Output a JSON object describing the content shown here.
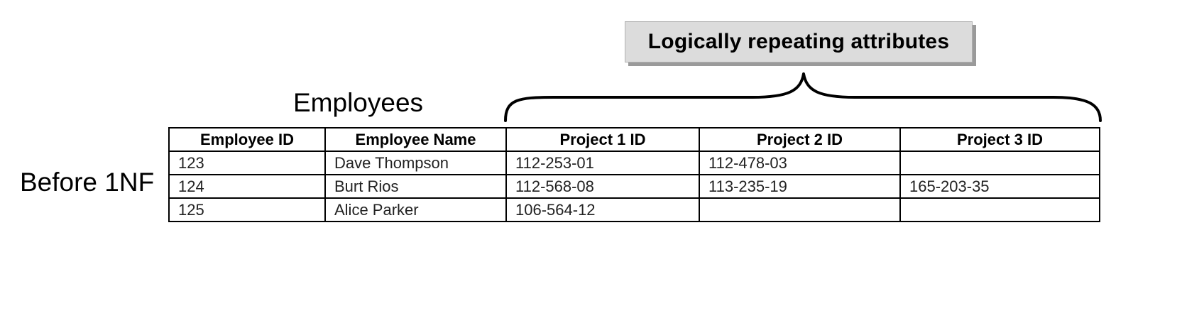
{
  "callout": {
    "text": "Logically repeating attributes"
  },
  "table": {
    "title": "Employees",
    "row_label": "Before 1NF",
    "headers": [
      "Employee ID",
      "Employee Name",
      "Project 1 ID",
      "Project 2 ID",
      "Project 3 ID"
    ],
    "rows": [
      [
        "123",
        "Dave Thompson",
        "112-253-01",
        "112-478-03",
        ""
      ],
      [
        "124",
        "Burt Rios",
        "112-568-08",
        "113-235-19",
        "165-203-35"
      ],
      [
        "125",
        "Alice Parker",
        "106-564-12",
        "",
        ""
      ]
    ]
  }
}
